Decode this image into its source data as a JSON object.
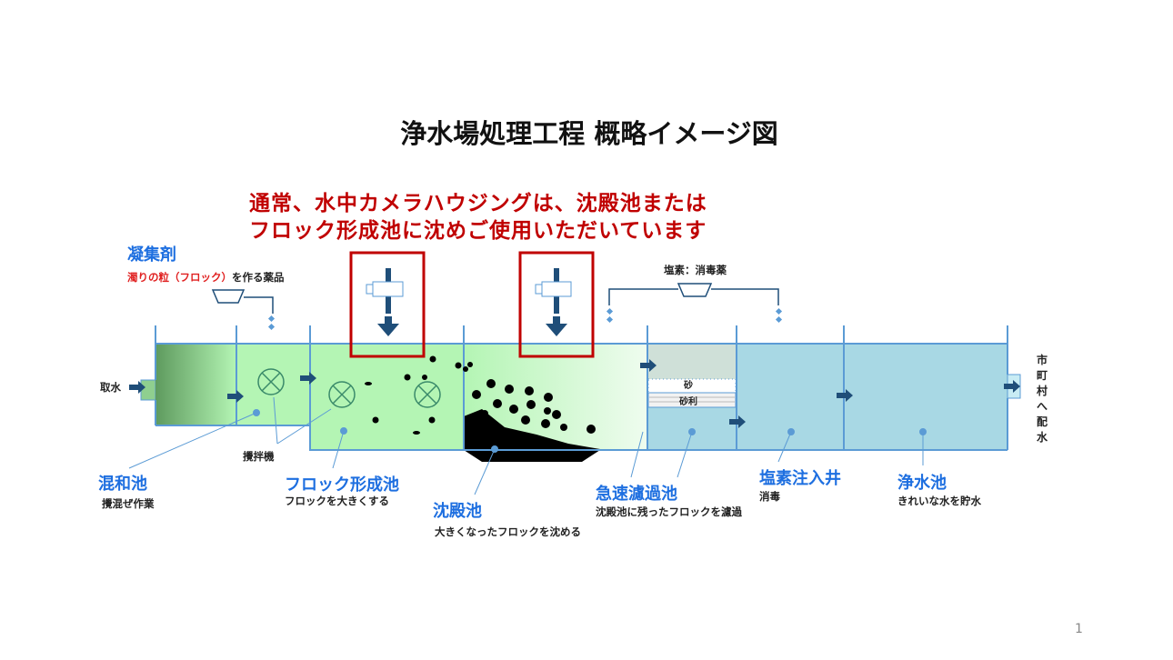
{
  "title": "浄水場処理工程 概略イメージ図",
  "note": {
    "line1": "通常、水中カメラハウジングは、沈殿池または",
    "line2": "フロック形成池に沈めご使用いただいています"
  },
  "coagulant": {
    "label": "凝集剤",
    "desc_red": "濁りの粒（フロック）",
    "desc_rest": "を作る薬品"
  },
  "chlorine_feed": "塩素：消毒薬",
  "intake": "取水",
  "outlet": "市町村へ配水",
  "mixer": "攪拌機",
  "stages": [
    {
      "name": "混和池",
      "desc": "攪混ぜ作業"
    },
    {
      "name": "フロック形成池",
      "desc": "フロックを大きくする"
    },
    {
      "name": "沈殿池",
      "desc": "大きくなったフロックを沈める"
    },
    {
      "name": "急速濾過池",
      "desc": "沈殿池に残ったフロックを濾過"
    },
    {
      "name": "塩素注入井",
      "desc": "消毒"
    },
    {
      "name": "浄水池",
      "desc": "きれいな水を貯水"
    }
  ],
  "filter_layers": {
    "sand": "砂",
    "gravel": "砂利"
  },
  "page_number": "1",
  "colors": {
    "accent_blue": "#1e6fe0",
    "note_red": "#c00000",
    "green_water": "#b4f5b4",
    "blue_water": "#a8d8e4",
    "arrow": "#1f4e79"
  }
}
